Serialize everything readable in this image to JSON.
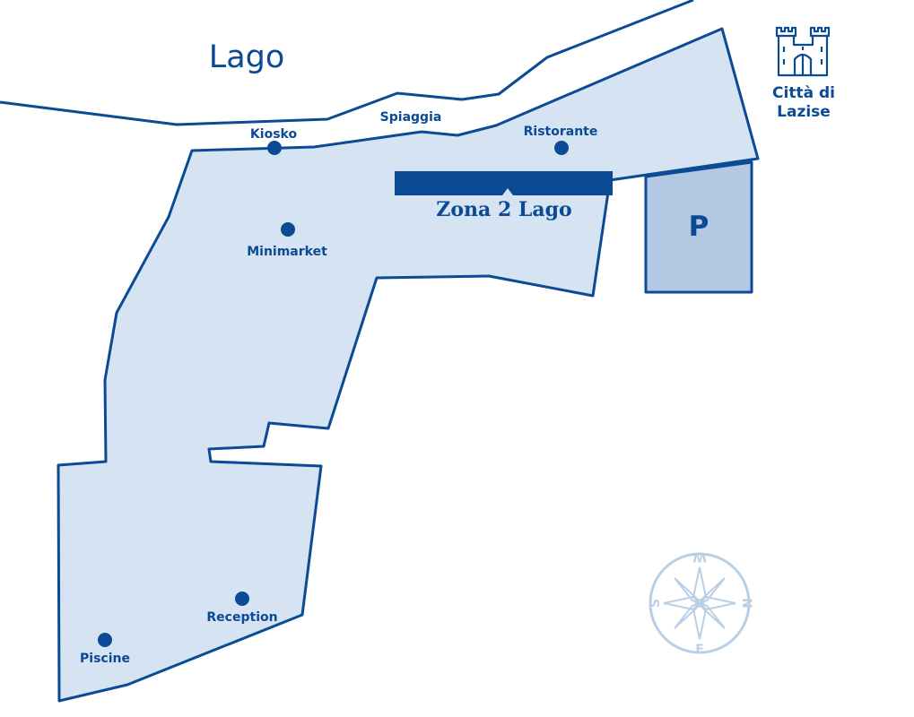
{
  "map": {
    "lake_label": "Lago",
    "beach_label": "Spiaggia",
    "zone_label": "Zona 2 Lago",
    "parking_label": "P",
    "city_label_line1": "Città di",
    "city_label_line2": "Lazise",
    "points": [
      {
        "name": "Kiosko"
      },
      {
        "name": "Ristorante"
      },
      {
        "name": "Minimarket"
      },
      {
        "name": "Reception"
      },
      {
        "name": "Piscine"
      }
    ],
    "compass": {
      "n": "N",
      "s": "S",
      "e": "E",
      "w": "W"
    },
    "colors": {
      "primary": "#0b4a94",
      "area_fill": "#d6e3f2",
      "parking_fill": "#b3c9e3",
      "compass": "#b9cfe6"
    },
    "icons": [
      "castle-icon",
      "compass-rose-icon",
      "location-dot-icon"
    ]
  }
}
